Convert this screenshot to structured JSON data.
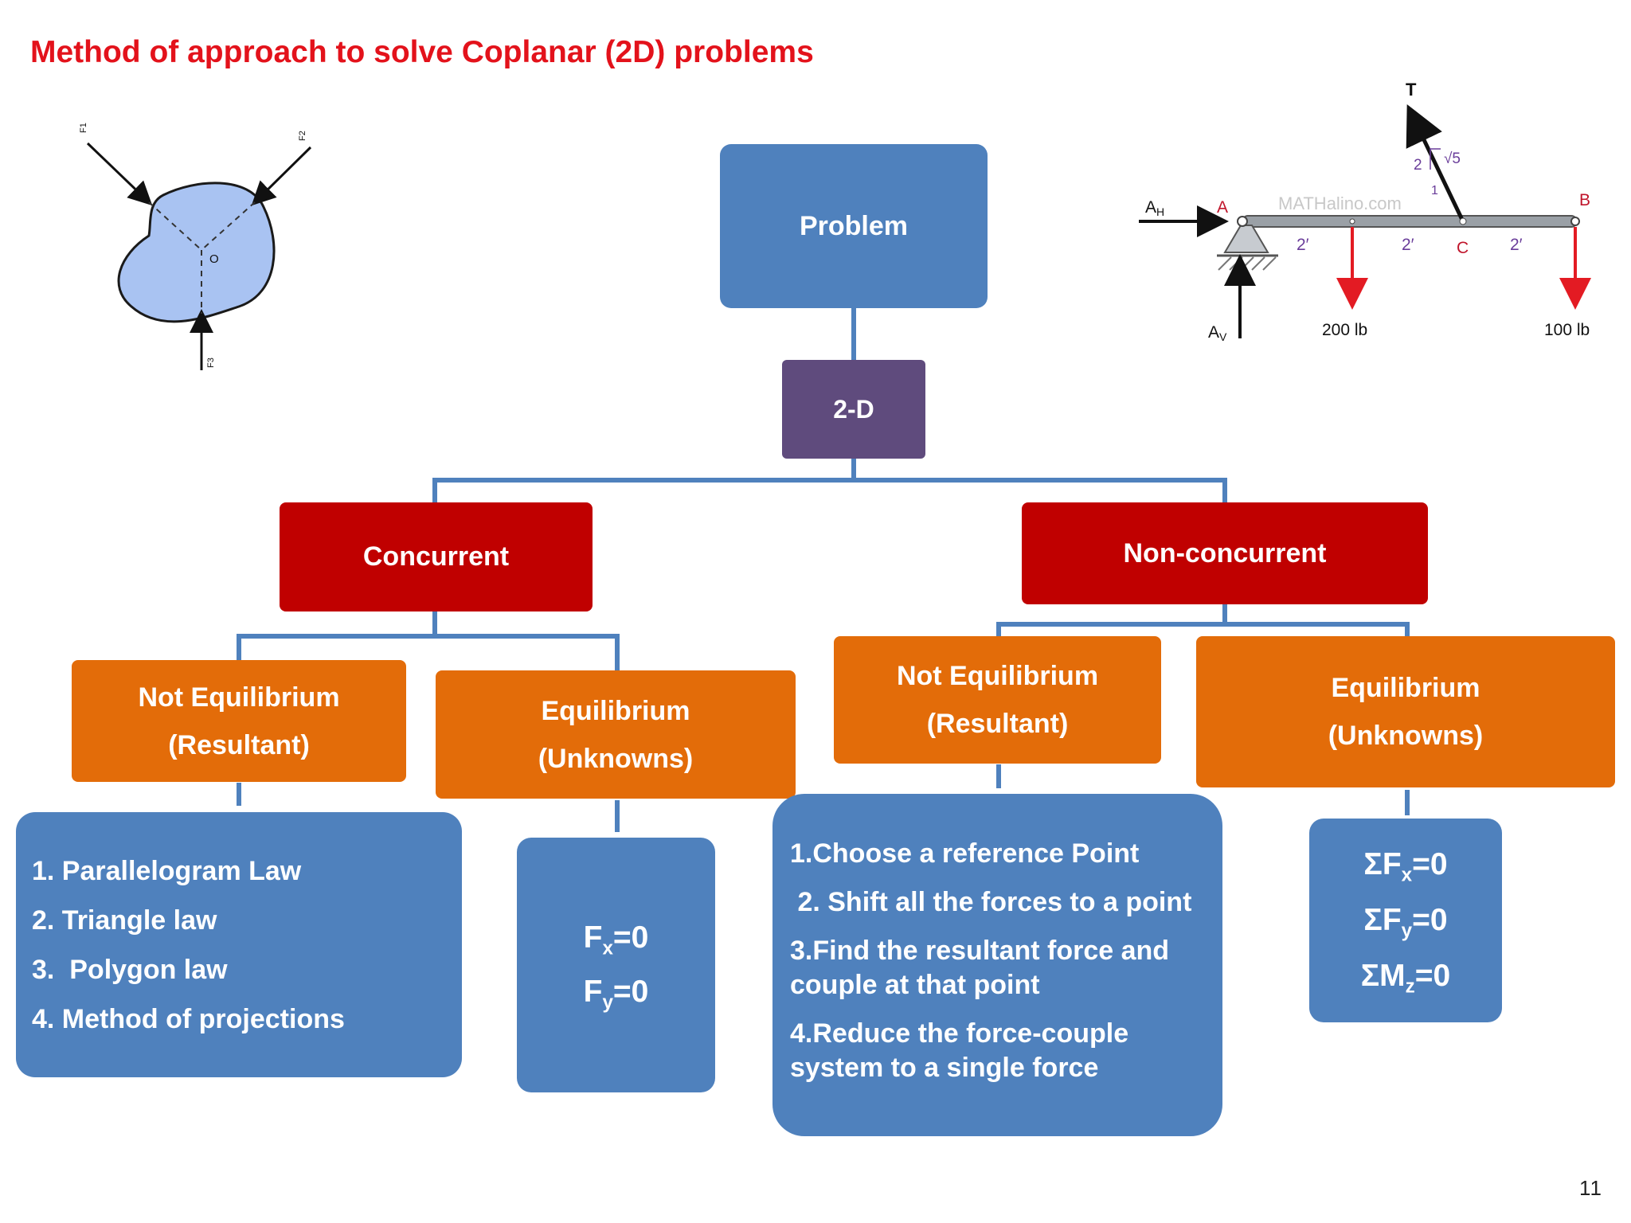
{
  "title": "Method of approach to solve Coplanar (2D)  problems",
  "page_number": "11",
  "nodes": {
    "problem": "Problem",
    "two_d": "2-D",
    "concurrent": "Concurrent",
    "non_concurrent": "Non-concurrent",
    "c_not_eq": {
      "line1": "Not Equilibrium",
      "line2": "(Resultant)"
    },
    "c_eq": {
      "line1": "Equilibrium",
      "line2": "(Unknowns)"
    },
    "n_not_eq": {
      "line1": "Not Equilibrium",
      "line2": "(Resultant)"
    },
    "n_eq": {
      "line1": "Equilibrium",
      "line2": "(Unknowns)"
    }
  },
  "concurrent_methods": [
    "1. Parallelogram Law",
    "2. Triangle law",
    "3.  Polygon law",
    "4. Method of projections"
  ],
  "concurrent_equations": [
    {
      "base": "F",
      "sub": "x",
      "rest": "=0"
    },
    {
      "base": "F",
      "sub": "y",
      "rest": "=0"
    }
  ],
  "nonconcurrent_steps": [
    "1.Choose a reference Point",
    " 2. Shift all the forces to a point",
    "3.Find the resultant force and couple at that point",
    "4.Reduce the force-couple system to a single force"
  ],
  "nonconcurrent_equations": [
    {
      "base": "ΣF",
      "sub": "x",
      "rest": "=0"
    },
    {
      "base": "ΣF",
      "sub": "y",
      "rest": "=0"
    },
    {
      "base": "ΣM",
      "sub": "z",
      "rest": "=0"
    }
  ],
  "body_figure": {
    "labels": [
      "F1",
      "F2",
      "F3",
      "O"
    ]
  },
  "beam_figure": {
    "watermark": "MATHalino.com",
    "labels": {
      "T": "T",
      "AH": "A",
      "AH_sub": "H",
      "AV": "A",
      "AV_sub": "V",
      "A": "A",
      "B": "B",
      "C": "C",
      "d1": "2′",
      "d2": "2′",
      "d3": "2′",
      "load1": "200 lb",
      "load2": "100 lb",
      "slope_rise": "2",
      "slope_run": "1",
      "slope_hyp": "√5"
    },
    "colors": {
      "beam": "#9aa0a6",
      "load": "#e31b23",
      "accent": "#c0152b"
    }
  },
  "colors": {
    "title": "#e3121b",
    "blue": "#4f81bd",
    "purple": "#5f4b7d",
    "red": "#c00000",
    "orange": "#e36c09",
    "blob": "#a9c3f2"
  }
}
